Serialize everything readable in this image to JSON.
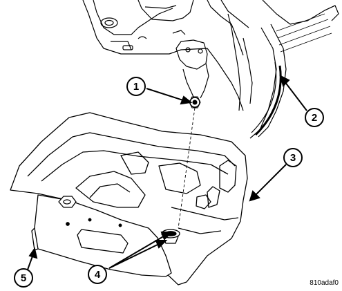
{
  "figure": {
    "code": "810adaf0"
  },
  "callouts": [
    {
      "id": "1",
      "label": "1"
    },
    {
      "id": "2",
      "label": "2"
    },
    {
      "id": "3",
      "label": "3"
    },
    {
      "id": "4",
      "label": "4"
    },
    {
      "id": "5",
      "label": "5"
    }
  ],
  "colors": {
    "line": "#000000",
    "background": "#ffffff"
  }
}
